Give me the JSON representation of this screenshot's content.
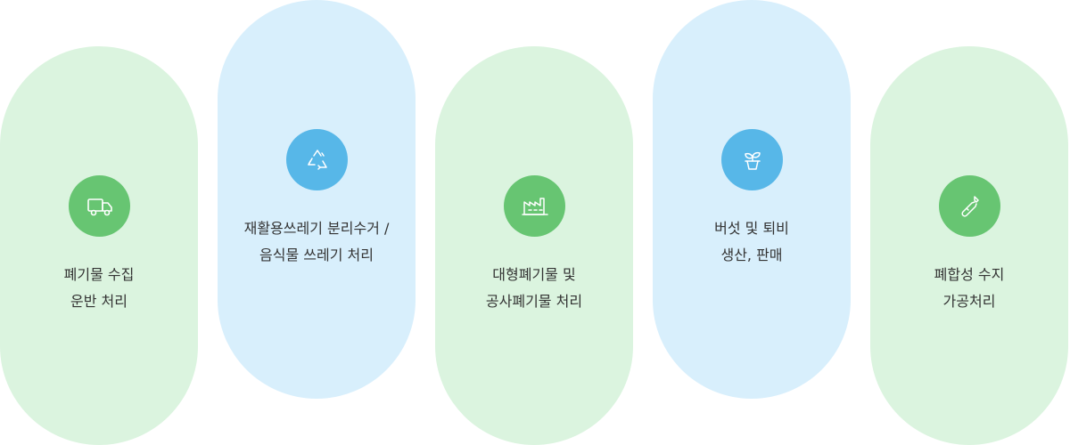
{
  "cards": [
    {
      "icon": "truck-icon",
      "lines": [
        "폐기물 수집",
        "운반 처리"
      ],
      "color": "#67c572"
    },
    {
      "icon": "recycle-icon",
      "lines": [
        "재활용쓰레기 분리수거 /",
        "음식물 쓰레기 처리"
      ],
      "color": "#57b7e8"
    },
    {
      "icon": "factory-icon",
      "lines": [
        "대형폐기물 및",
        "공사폐기물 처리"
      ],
      "color": "#67c572"
    },
    {
      "icon": "plant-pot-icon",
      "lines": [
        "버섯 및 퇴비",
        "생산, 판매"
      ],
      "color": "#57b7e8"
    },
    {
      "icon": "bottle-icon",
      "lines": [
        "폐합성 수지",
        "가공처리"
      ],
      "color": "#67c572"
    }
  ]
}
